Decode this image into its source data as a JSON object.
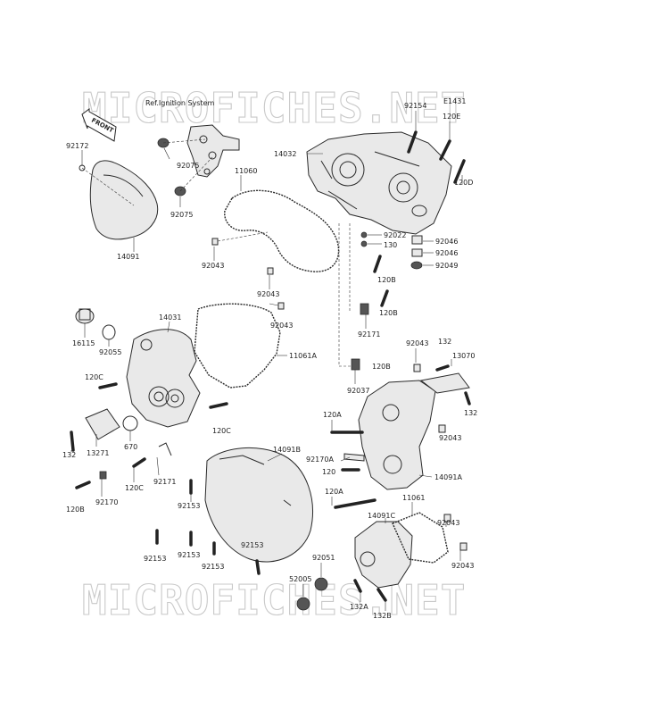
{
  "watermark": "MICROFICHES.NET",
  "reference_note": "Ref.Ignition System",
  "figure_code": "E1431",
  "front_badge": "FRONT",
  "labels": [
    {
      "id": "92154",
      "text": "92154"
    },
    {
      "id": "120E",
      "text": "120E"
    },
    {
      "id": "14032",
      "text": "14032"
    },
    {
      "id": "120D",
      "text": "120D"
    },
    {
      "id": "92172",
      "text": "92172"
    },
    {
      "id": "92075a",
      "text": "92075"
    },
    {
      "id": "92075b",
      "text": "92075"
    },
    {
      "id": "11060",
      "text": "11060"
    },
    {
      "id": "92022",
      "text": "92022"
    },
    {
      "id": "130",
      "text": "130"
    },
    {
      "id": "92046a",
      "text": "92046"
    },
    {
      "id": "92046b",
      "text": "92046"
    },
    {
      "id": "92049",
      "text": "92049"
    },
    {
      "id": "14091",
      "text": "14091"
    },
    {
      "id": "92043a",
      "text": "92043"
    },
    {
      "id": "92043b",
      "text": "92043"
    },
    {
      "id": "120Ba",
      "text": "120B"
    },
    {
      "id": "120Bb",
      "text": "120B"
    },
    {
      "id": "14031",
      "text": "14031"
    },
    {
      "id": "92043c",
      "text": "92043"
    },
    {
      "id": "16115",
      "text": "16115"
    },
    {
      "id": "92055",
      "text": "92055"
    },
    {
      "id": "92171a",
      "text": "92171"
    },
    {
      "id": "11061A",
      "text": "11061A"
    },
    {
      "id": "92043d",
      "text": "92043"
    },
    {
      "id": "132a",
      "text": "132"
    },
    {
      "id": "120Bc",
      "text": "120B"
    },
    {
      "id": "13070",
      "text": "13070"
    },
    {
      "id": "120C",
      "text": "120C"
    },
    {
      "id": "92037",
      "text": "92037"
    },
    {
      "id": "132b",
      "text": "132"
    },
    {
      "id": "120Ca",
      "text": "120C"
    },
    {
      "id": "120A",
      "text": "120A"
    },
    {
      "id": "92043e",
      "text": "92043"
    },
    {
      "id": "132c",
      "text": "132"
    },
    {
      "id": "13271",
      "text": "13271"
    },
    {
      "id": "670",
      "text": "670"
    },
    {
      "id": "14091B",
      "text": "14091B"
    },
    {
      "id": "92170A",
      "text": "92170A"
    },
    {
      "id": "120",
      "text": "120"
    },
    {
      "id": "14091A",
      "text": "14091A"
    },
    {
      "id": "120Cb",
      "text": "120C"
    },
    {
      "id": "92171b",
      "text": "92171"
    },
    {
      "id": "120Bd",
      "text": "120B"
    },
    {
      "id": "92170",
      "text": "92170"
    },
    {
      "id": "92153a",
      "text": "92153"
    },
    {
      "id": "120Aa",
      "text": "120A"
    },
    {
      "id": "11061",
      "text": "11061"
    },
    {
      "id": "14091C",
      "text": "14091C"
    },
    {
      "id": "92043f",
      "text": "92043"
    },
    {
      "id": "92153b",
      "text": "92153"
    },
    {
      "id": "92153c",
      "text": "92153"
    },
    {
      "id": "92153d",
      "text": "92153"
    },
    {
      "id": "92153e",
      "text": "92153"
    },
    {
      "id": "92051",
      "text": "92051"
    },
    {
      "id": "92043g",
      "text": "92043"
    },
    {
      "id": "52005",
      "text": "52005"
    },
    {
      "id": "132A",
      "text": "132A"
    },
    {
      "id": "132B",
      "text": "132B"
    }
  ]
}
